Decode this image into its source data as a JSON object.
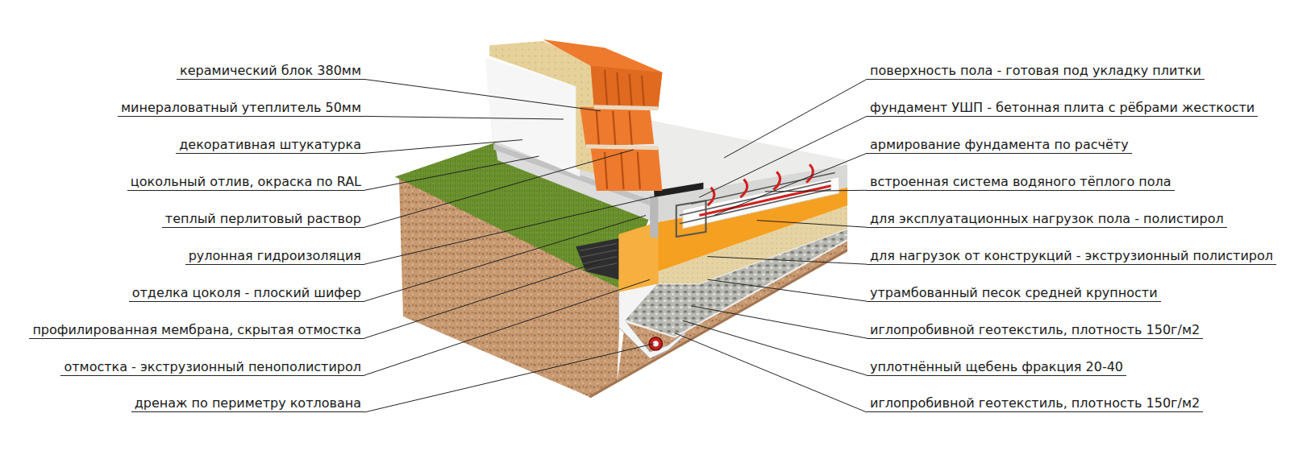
{
  "diagram": {
    "labels": [
      "керамический блок 380мм",
      "минераловатный утеплитель 50мм",
      "декоративная штукатурка",
      "цокольный отлив, окраска по RAL",
      "теплый перлитовый раствор",
      "рулонная гидроизоляция",
      "отделка цоколя - плоский шифер",
      "профилированная мембрана, скрытая отмостка",
      "отмостка - экструзионный пенополистирол",
      "дренаж по периметру котлована",
      "поверхность пола - готовая под укладку плитки",
      "фундамент УШП - бетонная плита с рёбрами жесткости",
      "армирование фундамента по расчёту",
      "встроенная система водяного тёплого пола",
      "для эксплуатационных нагрузок пола - полистирол",
      "для нагрузок от конструкций - экструзионный полистирол",
      "утрамбованный песок средней крупности",
      "иглопробивной геотекстиль, плотность 150г/м2",
      "уплотнённый щебень фракция 20-40",
      "иглопробивной геотекстиль, плотность 150г/м2"
    ]
  }
}
